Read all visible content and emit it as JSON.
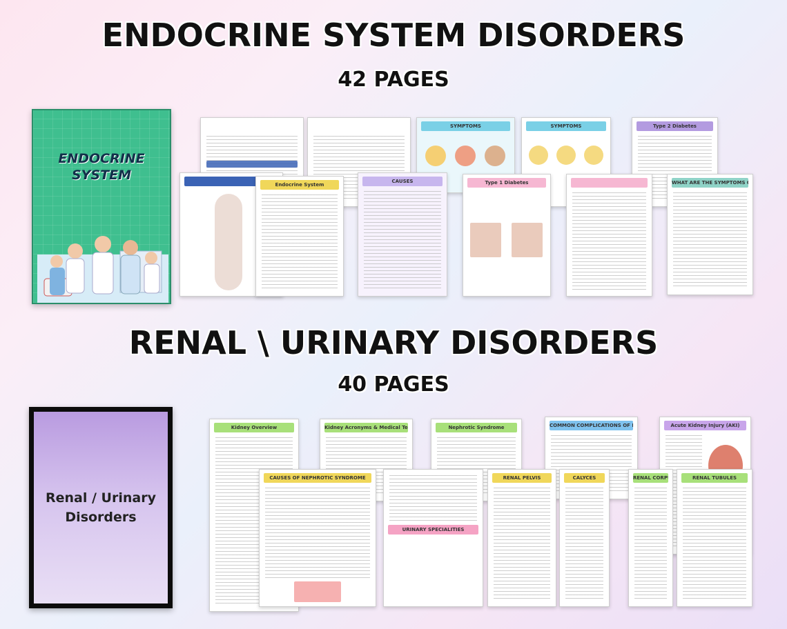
{
  "header": {
    "endocrine_title": "ENDOCRINE SYSTEM DISORDERS",
    "endocrine_pages": "42 PAGES",
    "renal_title": "RENAL \\ URINARY DISORDERS",
    "renal_pages": "40 PAGES"
  },
  "covers": {
    "endocrine_line1": "ENDOCRINE",
    "endocrine_line2": "SYSTEM",
    "renal_line1": "Renal / Urinary",
    "renal_line2": "Disorders"
  },
  "endocrine_thumbs": [
    {
      "title": "",
      "accent": "#3b63b5"
    },
    {
      "title": "",
      "accent": "#f0d75a"
    },
    {
      "title": "SYMPTOMS",
      "accent": "#7ad0e6"
    },
    {
      "title": "SYMPTOMS",
      "accent": "#7ad0e6"
    },
    {
      "title": "Type 2 Diabetes",
      "accent": "#b39be0"
    },
    {
      "title": "Endocrine System",
      "accent": "#f0d75a"
    },
    {
      "title": "CAUSES",
      "accent": "#c7b6ee"
    },
    {
      "title": "Type 1 Diabetes",
      "accent": "#f6b7d2"
    },
    {
      "title": "",
      "accent": "#f6b7d2"
    },
    {
      "title": "WHAT ARE THE SYMPTOMS OF ADRENAL DISORDERS?",
      "accent": "#8fd3c7"
    }
  ],
  "renal_thumbs": [
    {
      "title": "Kidney Overview",
      "accent": "#a8e07a"
    },
    {
      "title": "Kidney Acronyms & Medical Terms",
      "accent": "#a8e07a"
    },
    {
      "title": "Nephrotic Syndrome",
      "accent": "#a8e07a"
    },
    {
      "title": "COMMON COMPLICATIONS OF NEPHROTIC SYNDROME",
      "accent": "#7fc2ee"
    },
    {
      "title": "Acute Kidney Injury (AKI)",
      "accent": "#c8a5ea"
    },
    {
      "title": "CAUSES OF NEPHROTIC SYNDROME",
      "accent": "#f0d75a"
    },
    {
      "title": "URINARY SPECIALITIES",
      "accent": "#f5a3c4"
    },
    {
      "title": "RENAL PELVIS",
      "accent": "#f0d75a"
    },
    {
      "title": "CALYCES",
      "accent": "#f0d75a"
    },
    {
      "title": "RENAL CORPUSCLE",
      "accent": "#a8e07a"
    },
    {
      "title": "RENAL TUBULES",
      "accent": "#a8e07a"
    }
  ]
}
